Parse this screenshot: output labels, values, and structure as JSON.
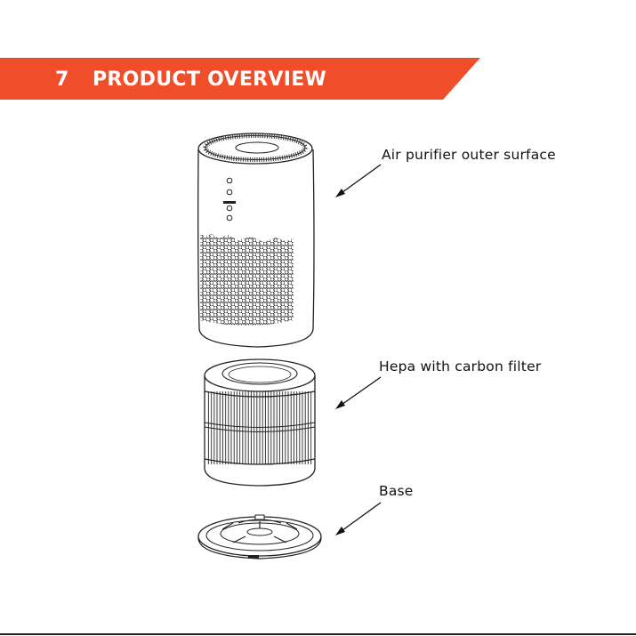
{
  "section": {
    "number": "7",
    "title": "PRODUCT OVERVIEW",
    "color": "#f04e2a"
  },
  "components": [
    {
      "label": "Air purifier outer surface",
      "icon": "air-purifier-body-illustration"
    },
    {
      "label": "Hepa with carbon filter",
      "icon": "hepa-filter-illustration"
    },
    {
      "label": "Base",
      "icon": "purifier-base-illustration"
    }
  ]
}
